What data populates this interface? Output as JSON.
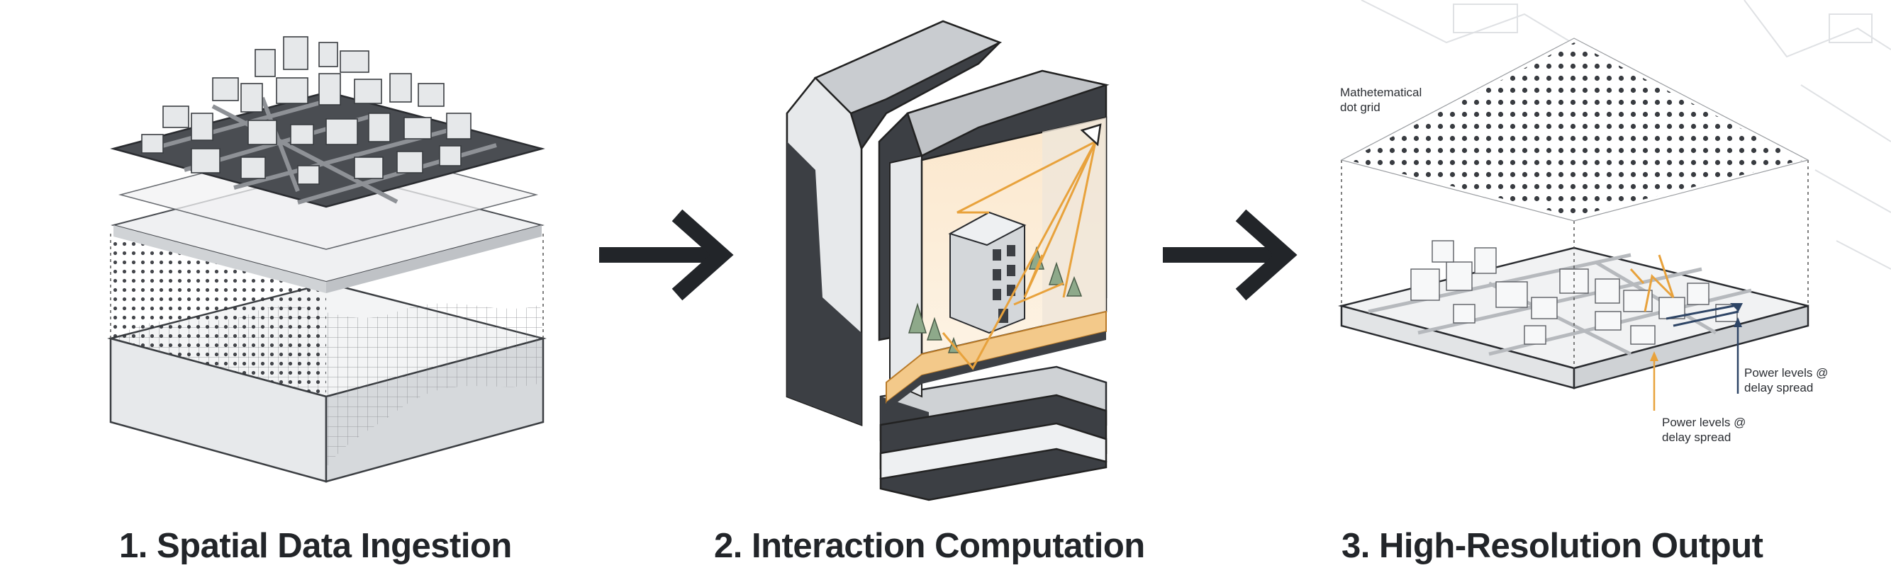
{
  "steps": [
    {
      "label": "1. Spatial Data Ingestion"
    },
    {
      "label": "2. Interaction Computation"
    },
    {
      "label": "3. High-Resolution Output"
    }
  ],
  "callouts": {
    "dot_grid": "Mathetematical\ndot grid",
    "power_dark": "Power levels @\ndelay spread",
    "power_orange": "Power levels @\ndelay spread"
  },
  "colors": {
    "ink": "#222529",
    "dark_layer": "#4a4d52",
    "mid_gray": "#c9ccd0",
    "light_gray": "#eef0f2",
    "accent_orange": "#e8a23c",
    "accent_navy": "#2e4566",
    "tree_green": "#8ea98a"
  }
}
